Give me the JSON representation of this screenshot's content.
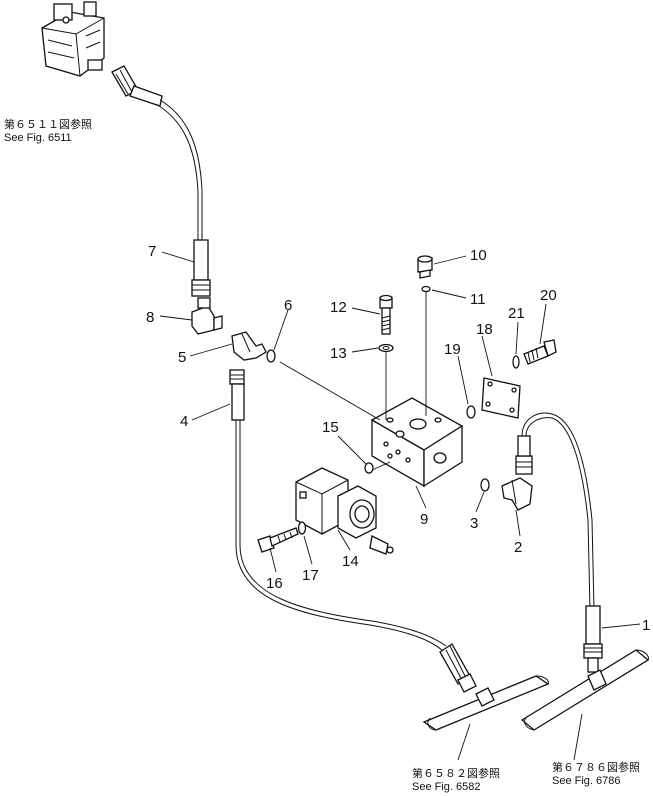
{
  "callouts": [
    {
      "id": "1",
      "label": "1"
    },
    {
      "id": "2",
      "label": "2"
    },
    {
      "id": "3",
      "label": "3"
    },
    {
      "id": "4",
      "label": "4"
    },
    {
      "id": "5",
      "label": "5"
    },
    {
      "id": "6",
      "label": "6"
    },
    {
      "id": "7",
      "label": "7"
    },
    {
      "id": "8",
      "label": "8"
    },
    {
      "id": "9",
      "label": "9"
    },
    {
      "id": "10",
      "label": "10"
    },
    {
      "id": "11",
      "label": "11"
    },
    {
      "id": "12",
      "label": "12"
    },
    {
      "id": "13",
      "label": "13"
    },
    {
      "id": "14",
      "label": "14"
    },
    {
      "id": "15",
      "label": "15"
    },
    {
      "id": "16",
      "label": "16"
    },
    {
      "id": "17",
      "label": "17"
    },
    {
      "id": "18",
      "label": "18"
    },
    {
      "id": "19",
      "label": "19"
    },
    {
      "id": "20",
      "label": "20"
    },
    {
      "id": "21",
      "label": "21"
    }
  ],
  "references": [
    {
      "id": "6511",
      "jp": "第６５１１図参照",
      "en": "See Fig. 6511"
    },
    {
      "id": "6582",
      "jp": "第６５８２図参照",
      "en": "See Fig. 6582"
    },
    {
      "id": "6786",
      "jp": "第６７８６図参照",
      "en": "See Fig. 6786"
    }
  ]
}
